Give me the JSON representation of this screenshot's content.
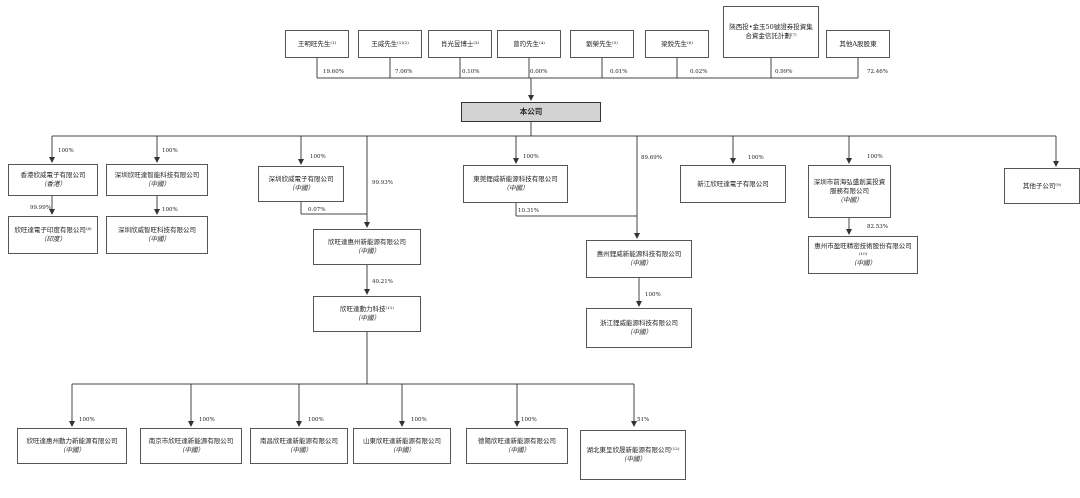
{
  "shareholders": [
    {
      "name": "王明旺先生⁽¹⁾",
      "pct": "19.60%"
    },
    {
      "name": "王威先生⁽¹⁾⁽²⁾",
      "pct": "7.06%"
    },
    {
      "name": "肖光昱博士⁽³⁾",
      "pct": "0.10%"
    },
    {
      "name": "曾玓先生⁽⁴⁾",
      "pct": "0.00%"
    },
    {
      "name": "劉榮先生⁽⁵⁾",
      "pct": "0.01%"
    },
    {
      "name": "梁銳先生⁽⁶⁾",
      "pct": "0.02%"
    },
    {
      "name": "陝西投•金玉50號證券投資集合資金信託計劃⁽⁷⁾",
      "pct": "0.99%"
    },
    {
      "name": "其他A股股東",
      "pct": "72.46%"
    }
  ],
  "company": {
    "name": "本公司"
  },
  "subs": [
    {
      "name": "香港欣威電子有限公司",
      "loc": "（香港）",
      "pct": "100%"
    },
    {
      "name": "深圳欣旺達智能科技有限公司",
      "loc": "（中國）",
      "pct": "100%"
    },
    {
      "name": "深圳欣威電子有限公司",
      "loc": "（中國）",
      "pct": "100%"
    },
    {
      "name": "東莞鋰威新能源科技有限公司",
      "loc": "（中國）",
      "pct": "100%"
    },
    {
      "name": "新江欣旺達電子有限公司",
      "loc": "",
      "pct": "100%"
    },
    {
      "name": "深圳市前海弘盛創業投資服務有限公司",
      "loc": "（中國）",
      "pct": "100%"
    },
    {
      "name": "其他子公司⁽⁹⁾",
      "loc": "",
      "pct": ""
    }
  ],
  "second_level": [
    {
      "name": "欣旺達電子印度有限公司⁽⁸⁾",
      "loc": "（印度）",
      "pct": "99.99%"
    },
    {
      "name": "深圳欣威智旺科技有限公司",
      "loc": "（中國）",
      "pct": "100%"
    },
    {
      "name": "惠州市盈旺精密技術股份有限公司⁽¹⁰⁾",
      "loc": "（中國）",
      "pct": "82.53%"
    }
  ],
  "huizhou": {
    "name": "欣旺達惠州新能源有限公司",
    "loc": "（中國）",
    "pct_from_company": "99.93%",
    "pct_from_xinwei": "0.07%"
  },
  "liwei_hz": {
    "name": "惠州鋰威新能源科技有限公司",
    "loc": "（中國）",
    "pct_from_company": "89.69%",
    "pct_from_dongguan": "10.31%"
  },
  "liwei_zj": {
    "name": "浙江鋰威能源科技有限公司",
    "loc": "（中國）",
    "pct": "100%"
  },
  "power": {
    "name": "欣旺達動力科技⁽¹¹⁾",
    "loc": "（中國）",
    "pct": "40.21%"
  },
  "power_subs": [
    {
      "name": "欣旺達惠州動力新能源有限公司",
      "loc": "（中國）",
      "pct": "100%"
    },
    {
      "name": "南京市欣旺達新能源有限公司",
      "loc": "（中國）",
      "pct": "100%"
    },
    {
      "name": "南昌欣旺達新能源有限公司",
      "loc": "（中國）",
      "pct": "100%"
    },
    {
      "name": "山東欣旺達新能源有限公司",
      "loc": "（中國）",
      "pct": "100%"
    },
    {
      "name": "德陽欣旺達新能源有限公司",
      "loc": "（中國）",
      "pct": "100%"
    },
    {
      "name": "湖北東呈欣晟新能源有限公司⁽¹²⁾",
      "loc": "（中國）",
      "pct": "51%"
    }
  ]
}
